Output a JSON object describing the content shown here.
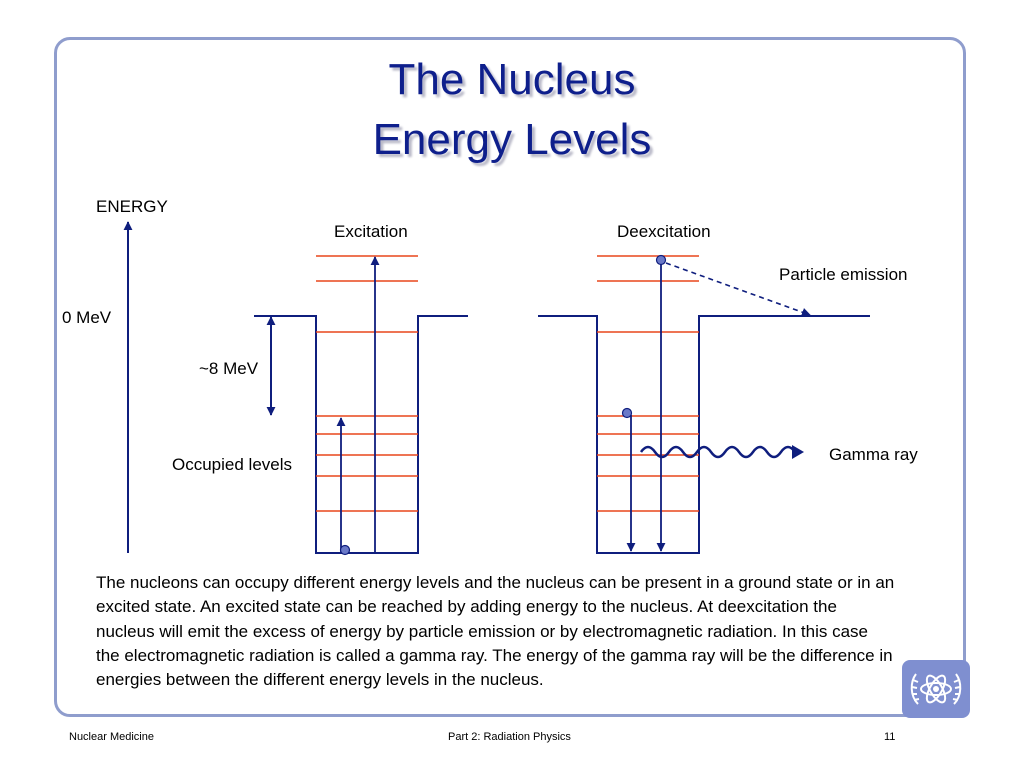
{
  "slide": {
    "title_line1": "The Nucleus",
    "title_line2": "Energy  Levels"
  },
  "diagram": {
    "energy_axis_label": "ENERGY",
    "zero_level_label": "0 MeV",
    "well_depth_label": "~8 MeV",
    "occupied_levels_label": "Occupied levels",
    "excitation_label": "Excitation",
    "deexcitation_label": "Deexcitation",
    "particle_emission_label": "Particle emission",
    "gamma_ray_label": "Gamma ray",
    "colors": {
      "well": "#0f1e7e",
      "level": "#e8461c",
      "particle": "#6a79c8",
      "frame": "#8f9dcd"
    }
  },
  "body": {
    "description": "The nucleons can occupy different energy levels and the nucleus can be present in a ground state or in an excited state.  An excited state can be reached by adding energy to the nucleus. At deexcitation the nucleus will emit the excess of energy by particle emission or by electromagnetic radiation.  In this case the electromagnetic radiation is called a gamma ray. The energy of the gamma ray will be the difference in energies between the different energy levels in the nucleus."
  },
  "footer": {
    "left": "Nuclear Medicine",
    "center": "Part 2: Radiation Physics",
    "page_number": "11"
  },
  "logo": {
    "icon": "atom-laurel-logo-icon"
  }
}
